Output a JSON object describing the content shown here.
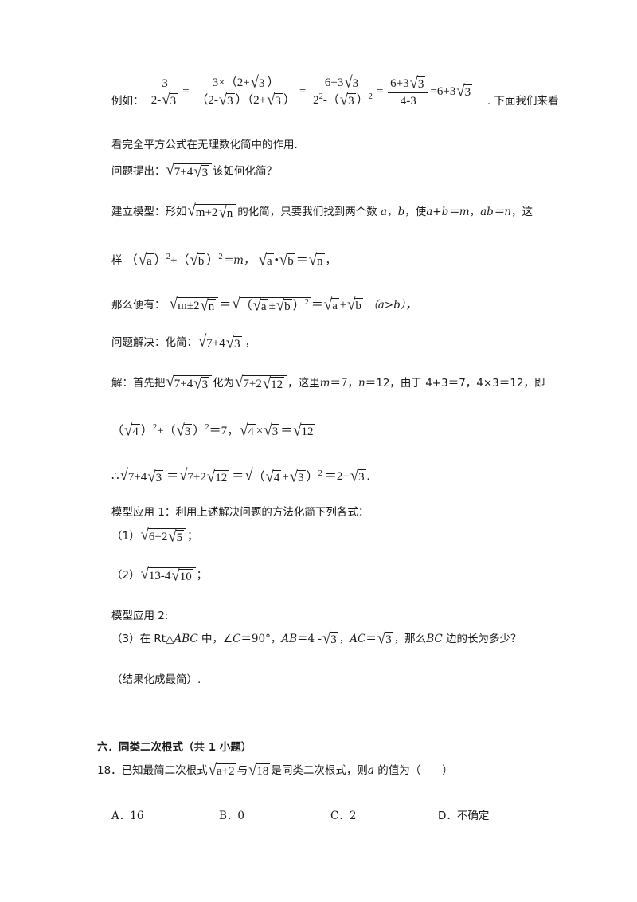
{
  "intro": {
    "example_label": "例如：",
    "eq1_num": "3",
    "eq1_den_a": "2-",
    "eq1_den_b": "3",
    "eq2_num_a": "3×（2+",
    "eq2_num_b": "3",
    "eq2_num_c": "）",
    "eq2_den_a": "（2-",
    "eq2_den_b": "3",
    "eq2_den_c": "）（2+",
    "eq2_den_d": "3",
    "eq2_den_e": "）",
    "eq3_num_a": "6+3",
    "eq3_num_b": "3",
    "eq3_den_a": "2",
    "eq3_den_sup": "2",
    "eq3_den_b": "-（",
    "eq3_den_c": "3",
    "eq3_den_d": "）",
    "eq3_den_sup2": "2",
    "eq4_num_a": "6+3",
    "eq4_num_b": "3",
    "eq4_den": "4-3",
    "eq5_a": "6+3",
    "eq5_b": "3",
    "tail": ". 下面我们来看",
    "line2": "看完全平方公式在无理数化简中的作用."
  },
  "problem": {
    "label": "问题提出：",
    "rad": "7+4",
    "rad_inner": "3",
    "tail": "该如何化简？"
  },
  "model": {
    "label": "建立模型：形如",
    "rad_a": "m+2",
    "rad_b": "n",
    "t1": "的化简，只要我们找到两个数",
    "a": "a",
    "comma": "，",
    "b": "b",
    "t2": "，使",
    "ab_sum": "a+b",
    "eq_m": "＝m",
    "ab_prod": "ab",
    "eq_n": "＝n",
    "t3": "，这",
    "line2_label": "样",
    "l2_a": "（",
    "l2_b": "a",
    "l2_c": "）",
    "l2_sup": "2",
    "l2_d": "+（",
    "l2_e": "b",
    "l2_f": "）",
    "l2_sup2": "2",
    "l2_g": "＝m，",
    "l2_h": "a",
    "l2_i": "•",
    "l2_j": "b",
    "l2_k": "＝",
    "l2_l": "n",
    "l2_m": "，"
  },
  "therefore": {
    "label": "那么便有：",
    "r1": "m±2",
    "r1b": "n",
    "eq": "＝",
    "r2a": "（",
    "r2b": "a",
    "r2c": "±",
    "r2d": "b",
    "r2e": "）",
    "sup": "2",
    "eq2": "＝",
    "r3": "a",
    "pm": "±",
    "r4": "b",
    "cond": "（a>b），"
  },
  "solve": {
    "label": "问题解决：化简：",
    "rad": "7+4",
    "rad_inner": "3",
    "tail": "，"
  },
  "solution": {
    "label": "解：首先把",
    "r1": "7+4",
    "r1b": "3",
    "t1": "化为",
    "r2": "7+2",
    "r2b": "12",
    "t2": "，这里",
    "m": "m",
    "t3": "＝7，",
    "n": "n",
    "t4": "＝12，由于 4+3＝7，4×3＝12，即",
    "l2_a": "（",
    "l2_b": "4",
    "l2_c": "）",
    "l2_sup": "2",
    "l2_d": "+（",
    "l2_e": "3",
    "l2_f": "）",
    "l2_sup2": "2",
    "l2_g": "＝7，",
    "l2_h": "4",
    "l2_i": "×",
    "l2_j": "3",
    "l2_k": "＝",
    "l2_l": "12",
    "th": "∴",
    "t_r1": "7+4",
    "t_r1b": "3",
    "t_eq": "＝",
    "t_r2": "7+2",
    "t_r2b": "12",
    "t_eq2": "＝",
    "t_r3a": "（",
    "t_r3b": "4",
    "t_r3c": "+",
    "t_r3d": "3",
    "t_r3e": "）",
    "t_sup": "2",
    "t_eq3": "＝2+",
    "t_r4": "3",
    "t_end": "."
  },
  "app1": {
    "title": "模型应用 1：利用上述解决问题的方法化简下列各式：",
    "q1_label": "（1）",
    "q1_rad": "6+2",
    "q1_inner": "5",
    "q1_end": "；",
    "q2_label": "（2）",
    "q2_rad": "13-4",
    "q2_inner": "10",
    "q2_end": "；"
  },
  "app2": {
    "title": "模型应用 2:",
    "q3_label": "（3）在 Rt△",
    "abc": "ABC",
    "t1": " 中，∠",
    "c": "C",
    "t2": "＝90°，",
    "ab": "AB",
    "t3": "＝4 -",
    "r1": "3",
    "t4": "，",
    "ac": "AC",
    "t5": "＝",
    "r2": "3",
    "t6": "，那么",
    "bc": "BC",
    "t7": " 边的长为多少？",
    "note": "（结果化成最简）."
  },
  "section": {
    "title": "六．同类二次根式（共 1 小题）"
  },
  "q18": {
    "label": "18．已知最简二次根式",
    "r1": "a+2",
    "t1": "与",
    "r2": "18",
    "t2": "是同类二次根式，则",
    "a": "a",
    "t3": " 的值为（　　）",
    "opt_a": "A．16",
    "opt_b": "B．0",
    "opt_c": "C．2",
    "opt_d": "D．不确定"
  }
}
